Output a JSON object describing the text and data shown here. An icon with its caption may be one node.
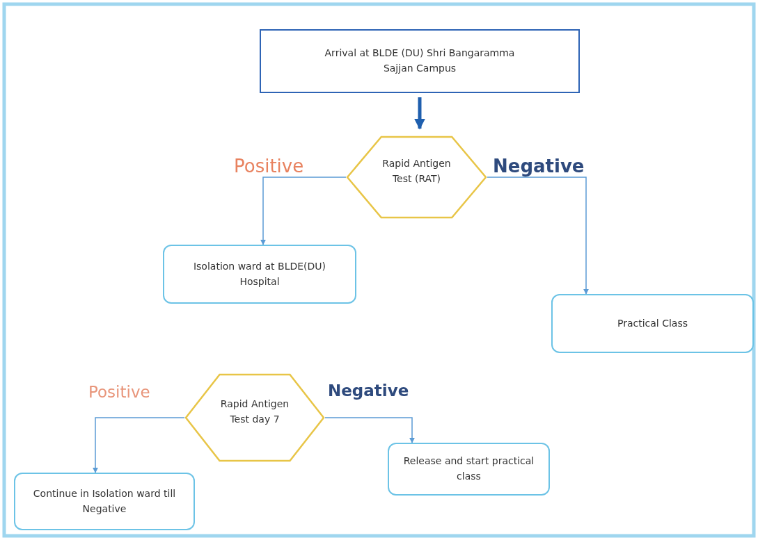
{
  "diagram": {
    "nodes": [
      {
        "text": [
          "Arrival at BLDE (DU) Shri Bangaramma Sajjan Campus"
        ]
      },
      {
        "text": [
          "Rapid Antigen Test (RAT)"
        ]
      },
      {
        "text": [
          "Isolation ward at BLDE(DU) Hospital"
        ]
      },
      {
        "text": [
          "Practical Class"
        ]
      },
      {
        "text": [
          "Rapid Antigen Test day 7"
        ]
      },
      {
        "text": [
          "Continue in Isolation ward till Negative"
        ]
      },
      {
        "text": [
          "Release and start practical class"
        ]
      }
    ],
    "edges": [
      {
        "from": 0,
        "to": 1,
        "arrow": "to",
        "style": "thick",
        "color": "#1f5fae"
      },
      {
        "from": 1,
        "to": 2,
        "arrow": "to",
        "label": "Positive"
      },
      {
        "from": 1,
        "to": 3,
        "arrow": "to",
        "label": "Negative"
      },
      {
        "from": 4,
        "to": 5,
        "arrow": "to",
        "label": "Positive"
      },
      {
        "from": 4,
        "to": 6,
        "arrow": "to",
        "label": "Negative"
      }
    ]
  }
}
